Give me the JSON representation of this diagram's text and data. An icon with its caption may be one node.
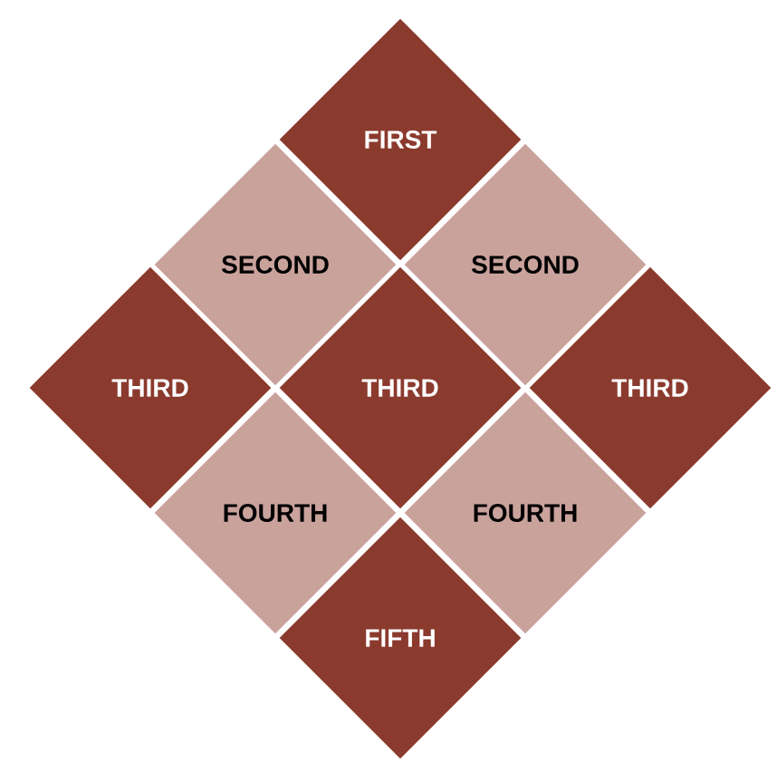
{
  "diagram": {
    "nodes": [
      {
        "text": [
          "FIRST"
        ]
      },
      {
        "text": [
          "SECOND"
        ]
      },
      {
        "text": [
          "SECOND"
        ]
      },
      {
        "text": [
          "THIRD"
        ]
      },
      {
        "text": [
          "THIRD"
        ]
      },
      {
        "text": [
          "THIRD"
        ]
      },
      {
        "text": [
          "FOURTH"
        ]
      },
      {
        "text": [
          "FOURTH"
        ]
      },
      {
        "text": [
          "FIFTH"
        ]
      }
    ]
  }
}
